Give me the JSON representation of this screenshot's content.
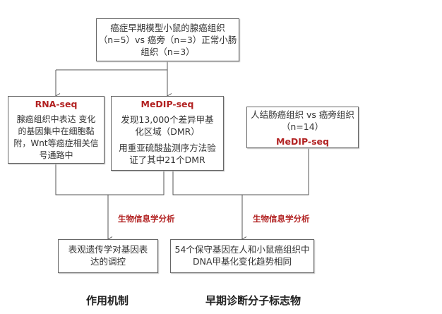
{
  "top_box": {
    "lines": [
      "癌症早期模型小鼠的腺癌组织",
      "（n=5）vs 癌旁（n=3）正常小肠",
      "组织（n=3）"
    ]
  },
  "rna_box": {
    "title": "RNA-seq",
    "text": "腺癌组织中表达 变化的基因集中在细胞黏附，Wnt等癌症相关信号通路中"
  },
  "medip_box": {
    "title": "MeDIP-seq",
    "text1": "发现13,000个差异甲基化区域（DMR）",
    "text2": "用重亚硫酸盐测序方法验证了其中21个DMR"
  },
  "human_box": {
    "line1": "人结肠癌组织 vs 癌旁组织",
    "line2": "（n=14）",
    "title": "MeDIP-seq"
  },
  "labels": {
    "left": "生物信息学分析",
    "right": "生物信息学分析"
  },
  "bottom_left": {
    "text": "表观遗传学对基因表达的调控"
  },
  "bottom_right": {
    "line1": "54个保守基因在人和小鼠癌组织中",
    "line2": "DNA甲基化变化趋势相同"
  },
  "captions": {
    "left": "作用机制",
    "right": "早期诊断分子标志物"
  },
  "colors": {
    "accent": "#b22222",
    "line": "#555555"
  }
}
